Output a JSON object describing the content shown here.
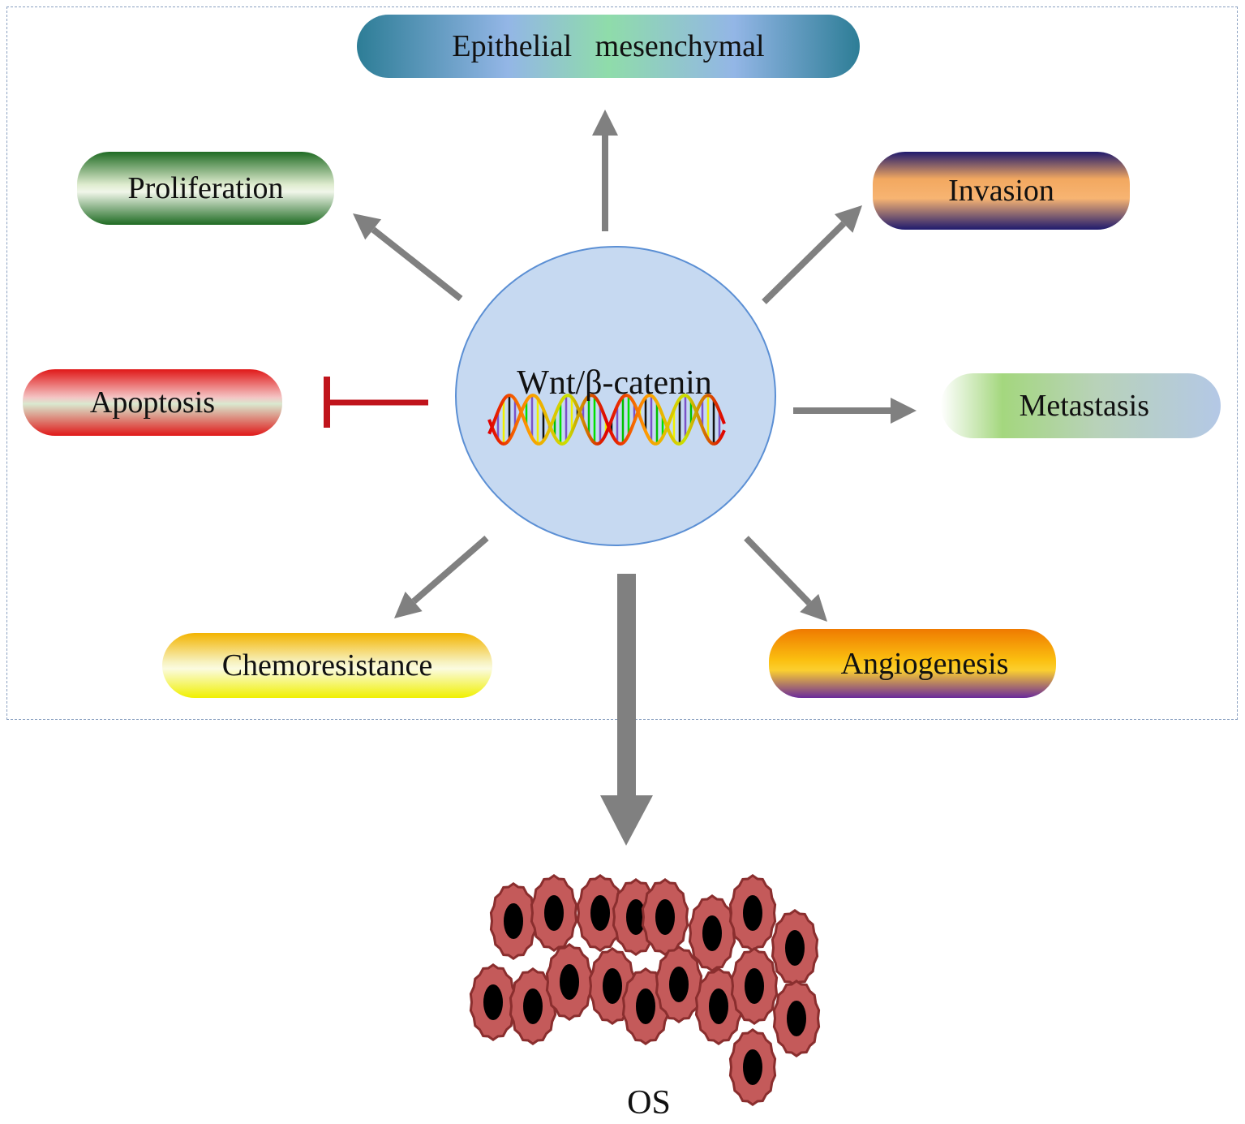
{
  "center": {
    "label": "Wnt/β-catenin"
  },
  "outcomes": {
    "emt": "Epithelial   mesenchymal",
    "proliferation": "Proliferation",
    "invasion": "Invasion",
    "apoptosis": "Apoptosis",
    "metastasis": "Metastasis",
    "chemoresistance": "Chemoresistance",
    "angiogenesis": "Angiogenesis"
  },
  "result": {
    "label": "OS"
  },
  "colors": {
    "arrow": "#808080",
    "inhibit": "#c0141c",
    "circle_fill": "#c6d9f1",
    "circle_stroke": "#5b8fd4",
    "cell": "#c45a5a"
  }
}
